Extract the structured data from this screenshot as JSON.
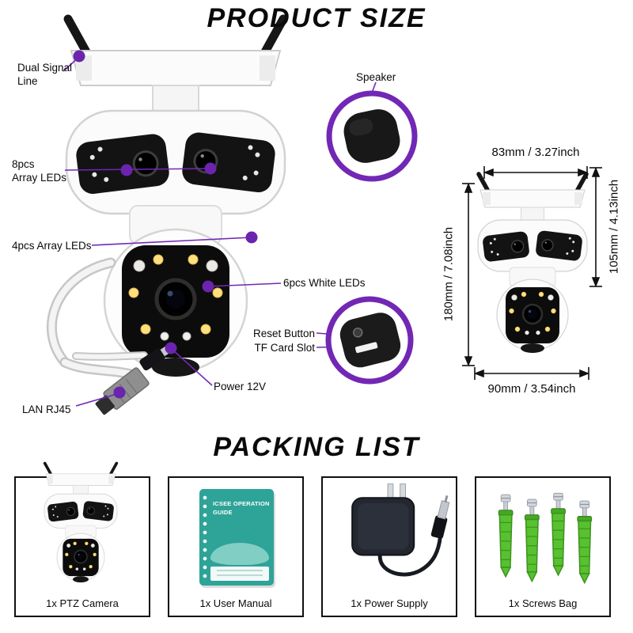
{
  "accent_color": "#7227b5",
  "titles": {
    "product_size": "PRODUCT SIZE",
    "packing_list": "PACKING LIST"
  },
  "callouts": {
    "dual_signal_line": "Dual Signal\nLine",
    "array_leds_8": "8pcs\nArray LEDs",
    "array_leds_4": "4pcs Array LEDs",
    "speaker": "Speaker",
    "white_leds_6": "6pcs White LEDs",
    "reset_button": "Reset Button",
    "tf_card_slot": "TF Card Slot",
    "power": "Power 12V",
    "lan": "LAN RJ45"
  },
  "dimensions": {
    "top": "83mm / 3.27inch",
    "right": "105mm / 4.13inch",
    "left": "180mm / 7.08inch",
    "bottom": "90mm / 3.54inch"
  },
  "packing": {
    "items": [
      {
        "label": "1x PTZ Camera"
      },
      {
        "label": "1x User Manual"
      },
      {
        "label": "1x Power Supply"
      },
      {
        "label": "1x Screws Bag"
      }
    ],
    "manual_cover_text": "ICSEE OPERATION\nGUIDE"
  }
}
